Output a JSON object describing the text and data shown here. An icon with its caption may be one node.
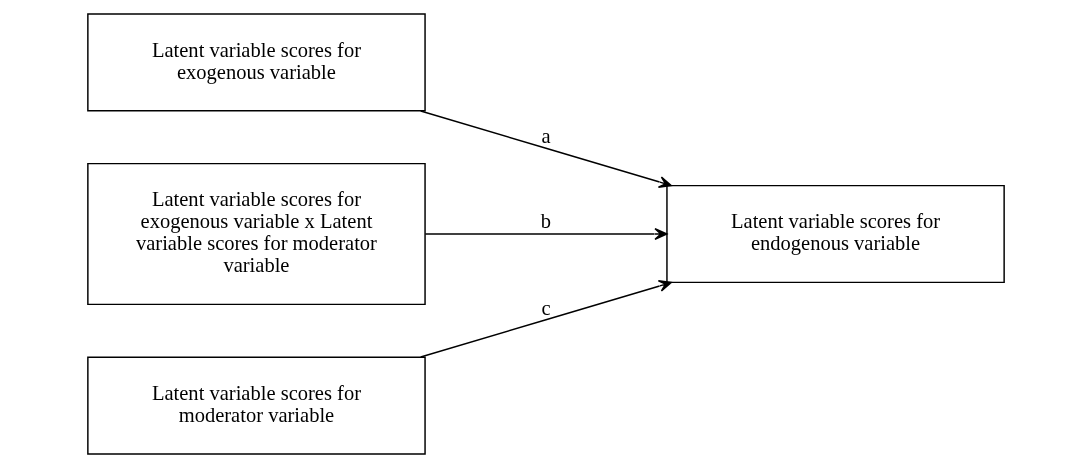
{
  "diagram": {
    "nodes": [
      {
        "text": [
          "Latent variable scores for exogenous variable"
        ]
      },
      {
        "text": [
          "Latent variable scores for exogenous variable x Latent variable scores for moderator variable"
        ]
      },
      {
        "text": [
          "Latent variable scores for moderator variable"
        ]
      },
      {
        "text": [
          "Latent variable scores for endogenous variable"
        ]
      }
    ],
    "edges": [
      {
        "from": 0,
        "to": 3,
        "arrow": "to",
        "label": "a"
      },
      {
        "from": 1,
        "to": 3,
        "arrow": "to",
        "label": "b"
      },
      {
        "from": 2,
        "to": 3,
        "arrow": "to",
        "label": "c"
      }
    ]
  }
}
